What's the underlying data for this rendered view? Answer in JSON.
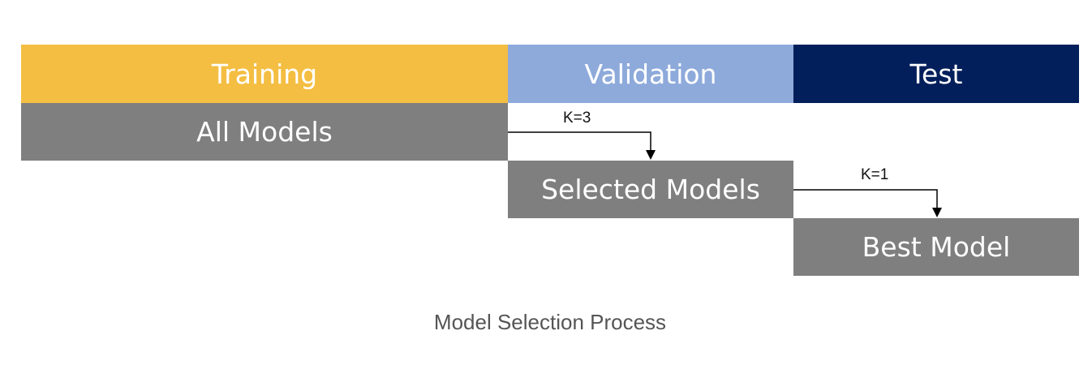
{
  "diagram": {
    "phases": {
      "training": "Training",
      "validation": "Validation",
      "test": "Test"
    },
    "stages": {
      "all_models": "All Models",
      "selected_models": "Selected Models",
      "best_model": "Best Model"
    },
    "arrows": {
      "to_selected": "K=3",
      "to_best": "K=1"
    },
    "colors": {
      "training": "#f4be42",
      "validation": "#8eaadb",
      "test": "#021f5b",
      "stage": "#7f7f7f"
    }
  },
  "caption": "Model Selection Process"
}
